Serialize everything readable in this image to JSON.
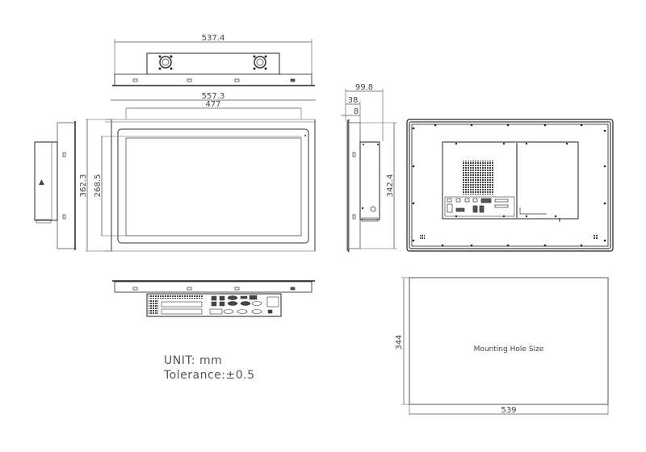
{
  "drawing": {
    "views": {
      "top": {
        "dimension_overall": "537.4"
      },
      "front": {
        "dimension_width": "557.3",
        "dimension_screen_width": "477",
        "dimension_height": "362.3",
        "dimension_screen_height": "268.5"
      },
      "side": {
        "dimension_depth": "99.8",
        "dimension_bezel_depth": "38",
        "dimension_front_lip": "8",
        "dimension_height": "342.4"
      },
      "rear": {},
      "bottom": {},
      "cutout": {
        "label": "Mounting Hole Size",
        "dimension_width": "539",
        "dimension_height": "344"
      }
    },
    "notes": {
      "unit": "UNIT: mm",
      "tolerance": "Tolerance:±0.5"
    },
    "colors": {
      "line": "#222222",
      "dim_line": "#555555",
      "hidden": "#aaaaaa"
    }
  }
}
